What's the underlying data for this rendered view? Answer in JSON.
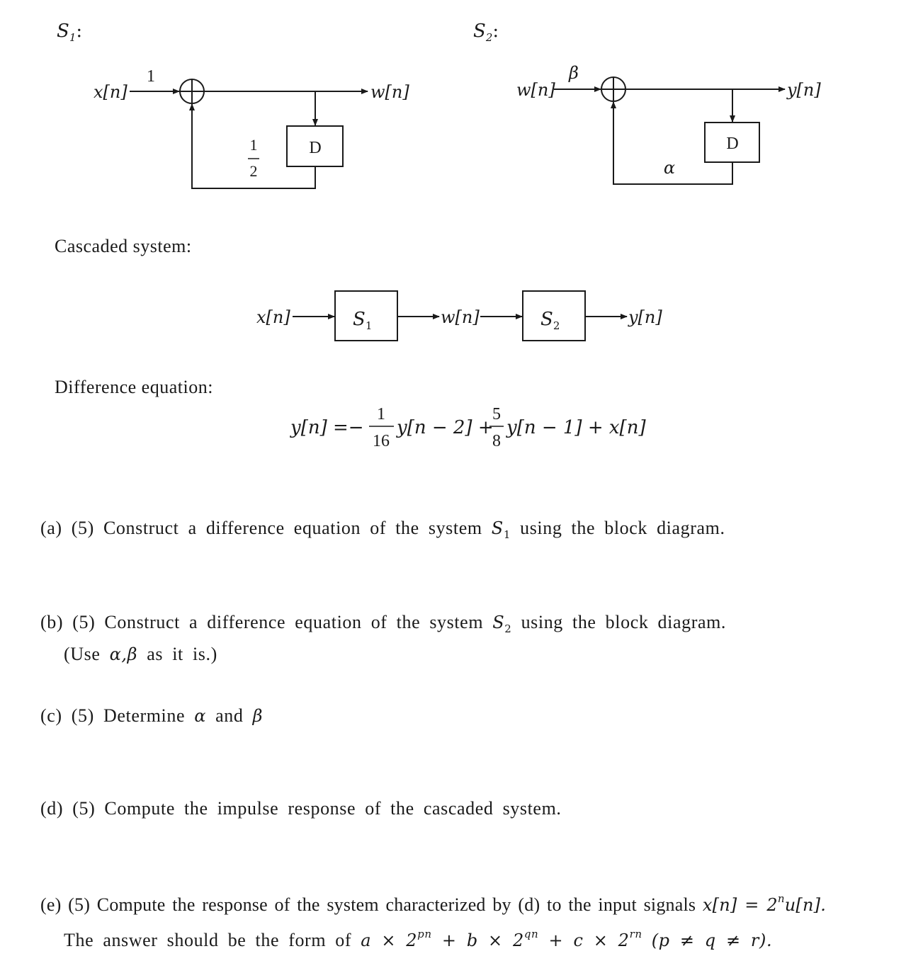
{
  "s1_block": {
    "title": "S",
    "title_sub": "1",
    "input": "x[n]",
    "input_gain": "1",
    "output": "w[n]",
    "delay": "D",
    "feedback_gain_num": "1",
    "feedback_gain_den": "2"
  },
  "s2_block": {
    "title": "S",
    "title_sub": "2",
    "input": "w[n]",
    "input_gain": "β",
    "output": "y[n]",
    "delay": "D",
    "feedback_gain": "α"
  },
  "cascade": {
    "heading": "Cascaded system:",
    "input": "x[n]",
    "block1": "S",
    "block1_sub": "1",
    "middle": "w[n]",
    "block2": "S",
    "block2_sub": "2",
    "output": "y[n]"
  },
  "difference": {
    "heading": "Difference equation:",
    "lhs": "y[n] =−",
    "frac1_num": "1",
    "frac1_den": "16",
    "term1": "y[n − 2] +",
    "frac2_num": "5",
    "frac2_den": "8",
    "term2": "y[n − 1] + x[n]"
  },
  "questions": {
    "a_prefix": "(a) (5) Construct a difference equation of the system",
    "a_var": "S",
    "a_sub": "1",
    "a_suffix": "using the block diagram.",
    "b_prefix": "(b) (5) Construct a difference equation of the system",
    "b_var": "S",
    "b_sub": "2",
    "b_suffix": "using the block diagram.",
    "b_note_open": "(Use",
    "b_note_vars": "α,β",
    "b_note_close": "as it is.)",
    "c_prefix": "(c) (5) Determine",
    "c_alpha": "α",
    "c_and": "and",
    "c_beta": "β",
    "d_text": "(d) (5) Compute the impulse response of the cascaded system.",
    "e_text": "(e) (5) Compute the response of the system characterized by (d) to the input signals",
    "e_signal_lhs": "x[n] = 2",
    "e_signal_exp": "n",
    "e_signal_rhs": "u[n].",
    "e_form_text": "The answer should be the form of",
    "e_form_a": "a × 2",
    "e_form_a_exp": "pn",
    "e_form_b": "+ b × 2",
    "e_form_b_exp": "qn",
    "e_form_c": "+ c × 2",
    "e_form_c_exp": "rn",
    "e_condition": "(p ≠ q ≠ r)."
  }
}
